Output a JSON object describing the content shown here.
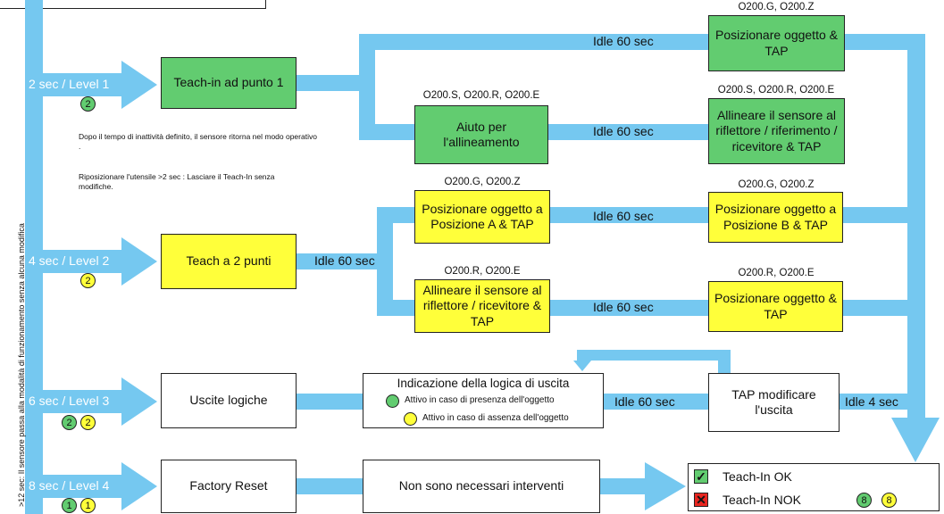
{
  "levels": [
    {
      "label": "2 sec / Level 1",
      "badges": [
        {
          "n": "2",
          "color": "green"
        }
      ]
    },
    {
      "label": "4 sec / Level 2",
      "badges": [
        {
          "n": "2",
          "color": "yellow"
        }
      ]
    },
    {
      "label": "6 sec / Level 3",
      "badges": [
        {
          "n": "2",
          "color": "green"
        },
        {
          "n": "2",
          "color": "yellow"
        }
      ]
    },
    {
      "label": "8 sec / Level 4",
      "badges": [
        {
          "n": "1",
          "color": "green"
        },
        {
          "n": "1",
          "color": "yellow"
        }
      ]
    }
  ],
  "vertical_note": ">12 sec: Il sensore passa alla modalità di funzionamento senza alcuna modifica",
  "notes": {
    "inactivity": "Dopo il tempo di inattività definito, il sensore ritorna nel modo operativo .",
    "reposition": "Riposizionare l'utensile >2 sec : Lasciare il Teach-In senza modifiche."
  },
  "boxes": {
    "teach_in_1": "Teach-in ad punto 1",
    "align_help": "Aiuto per l'allineamento",
    "position_tap_top": "Posizionare oggetto & TAP",
    "align_sensor_top": "Allineare il sensore al riflettore / riferimento / ricevitore & TAP",
    "teach_2": "Teach a 2 punti",
    "position_a": "Posizionare oggetto a Posizione A & TAP",
    "position_b": "Posizionare oggetto a Posizione B & TAP",
    "align_sensor_mid": "Allineare il sensore al riflettore / ricevitore & TAP",
    "position_tap_mid": "Posizionare oggetto & TAP",
    "logic_outputs": "Uscite logiche",
    "logic_indication_title": "Indicazione della logica di uscita",
    "logic_presence": "Attivo in caso di presenza dell'oggetto",
    "logic_absence": "Attivo in caso di assenza dell'oggetto",
    "tap_modify": "TAP modificare l'uscita",
    "factory_reset": "Factory Reset",
    "no_action": "Non sono necessari interventi"
  },
  "codes": {
    "top_right": "O200.G, O200.Z",
    "align_help": "O200.S, O200.R, O200.E",
    "align_sensor_top": "O200.S, O200.R, O200.E",
    "position_a": "O200.G, O200.Z",
    "position_b": "O200.G, O200.Z",
    "align_sensor_mid": "O200.R, O200.E",
    "position_tap_mid": "O200.R, O200.E"
  },
  "idle_labels": {
    "idle_60_top": "Idle 60 sec",
    "idle_60_align": "Idle 60 sec",
    "idle_60_teach2": "Idle 60 sec",
    "idle_60_posA": "Idle 60 sec",
    "idle_60_align_mid": "Idle 60 sec",
    "idle_60_logic": "Idle 60 sec",
    "idle_4": "Idle 4 sec"
  },
  "status": {
    "ok_label": "Teach-In OK",
    "nok_label": "Teach-In NOK",
    "ok_color": "#62cc70",
    "nok_color": "#e8251f",
    "ok_mark": "✓",
    "nok_mark": "✕",
    "badge_green": "8",
    "badge_yellow": "8"
  },
  "colors": {
    "pipe": "#75c8f0",
    "green": "#62cc70",
    "yellow": "#ffff3a"
  }
}
